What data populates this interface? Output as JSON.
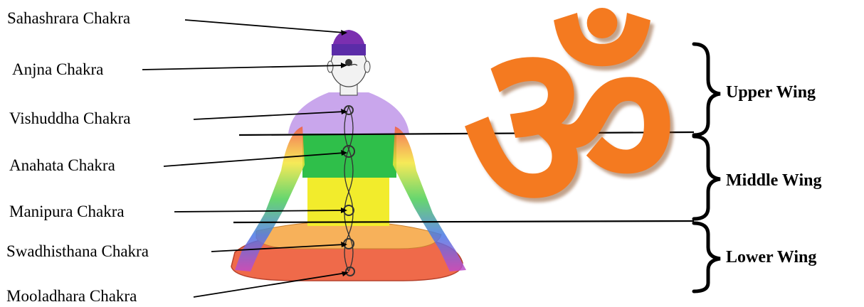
{
  "chakras": [
    {
      "label": "Sahashrara Chakra"
    },
    {
      "label": "Anjna Chakra"
    },
    {
      "label": "Vishuddha Chakra"
    },
    {
      "label": "Anahata Chakra"
    },
    {
      "label": "Manipura Chakra"
    },
    {
      "label": "Swadhisthana Chakra"
    },
    {
      "label": "Mooladhara Chakra"
    }
  ],
  "wings": [
    {
      "label": "Upper Wing"
    },
    {
      "label": "Middle Wing"
    },
    {
      "label": "Lower Wing"
    }
  ],
  "om_symbol": "ॐ",
  "colors": {
    "om": "#f47a20",
    "crown": "#7b2fb0",
    "throat": "#c9a6ec",
    "heart": "#2fbf4a",
    "solar": "#f2ec2c",
    "sacral": "#f7b15a",
    "root": "#ef6a4a",
    "skin": "#f2f2f2",
    "line": "#000000"
  }
}
